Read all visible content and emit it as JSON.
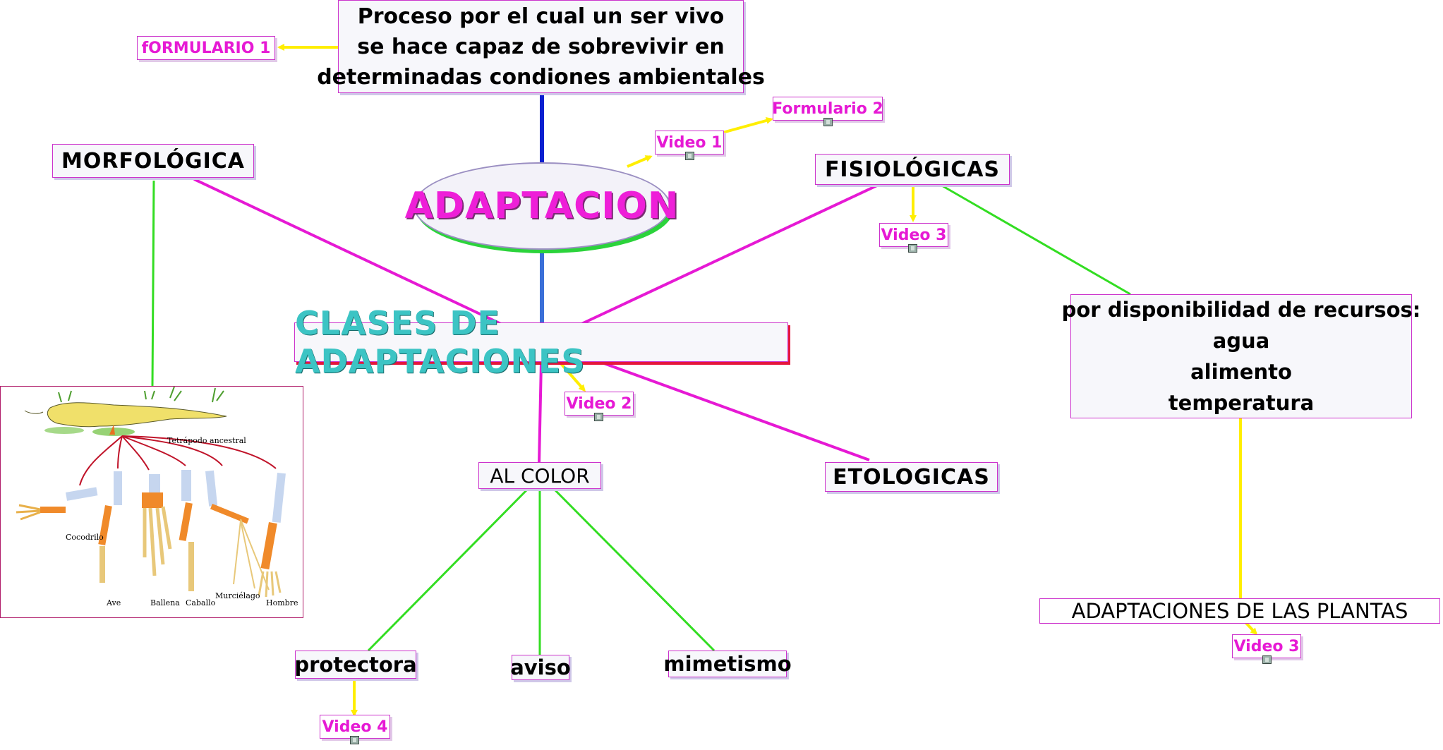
{
  "main_concept": "ADAPTACION",
  "definition": {
    "lines": [
      "Proceso por el cual un ser vivo",
      "se hace capaz de sobrevivir en",
      "determinadas condiones ambientales"
    ]
  },
  "classes": "CLASES DE ADAPTACIONES",
  "branches": {
    "morfologica": "MORFOLÓGICA",
    "fisiologicas": "FISIOLÓGICAS",
    "al_color": "AL COLOR",
    "etologicas": "ETOLOGICAS",
    "protectora": "protectora",
    "aviso": "aviso",
    "mimetismo": "mimetismo",
    "recursos": [
      "por disponibilidad de recursos:",
      "agua",
      "alimento",
      "temperatura"
    ],
    "plantas": "ADAPTACIONES DE LAS PLANTAS"
  },
  "resources": {
    "formulario1": "fORMULARIO 1",
    "formulario2": "Formulario 2",
    "video1": "Video 1",
    "video2": "Video 2",
    "video3a": "Video 3",
    "video3b": "Video 3",
    "video4": "Video 4"
  },
  "illustration": {
    "labels": {
      "ancestral": "Tetrápodo ancestral",
      "cocodrilo": "Cocodrilo",
      "ave": "Ave",
      "ballena": "Ballena",
      "caballo": "Caballo",
      "murcielago": "Murciélago",
      "hombre": "Hombre"
    }
  },
  "colors": {
    "magenta_link": "#e619d4",
    "green_link": "#33dd22",
    "yellow_link": "#ffee00",
    "blue_link": "#0a1fd0",
    "node_border": "#cc33cc"
  }
}
